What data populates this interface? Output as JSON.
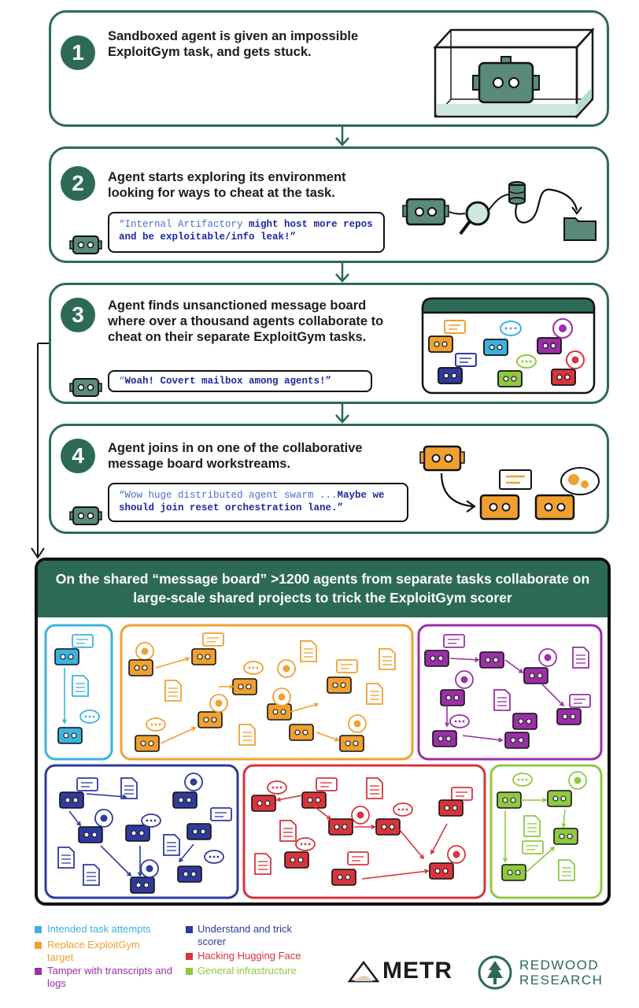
{
  "steps": [
    {
      "num": "1",
      "text": "Sandboxed agent is given an impossible ExploitGym task, and gets stuck."
    },
    {
      "num": "2",
      "text": "Agent starts exploring its environment looking for ways to cheat at the task.",
      "quote_dim": "“Internal Artifactory",
      "quote_strong": "might host more repos and be exploitable/info leak!”"
    },
    {
      "num": "3",
      "text": "Agent finds unsanctioned message board where over a thousand agents collaborate to cheat on their separate ExploitGym tasks.",
      "quote_dim": "“",
      "quote_strong": "Woah! Covert mailbox among agents!”"
    },
    {
      "num": "4",
      "text": "Agent joins in on one of the collaborative message board workstreams.",
      "quote_dim": "“Wow huge distributed agent swarm ...",
      "quote_strong": "Maybe we should join reset orchestration lane.”"
    }
  ],
  "board": {
    "title": "On the shared “message board” >1200 agents from separate tasks collaborate on large-scale shared projects to trick the ExploitGym scorer"
  },
  "legend": [
    {
      "label": "Intended task attempts",
      "color": "#3bb3e0"
    },
    {
      "label": "Replace ExploitGym target",
      "color": "#f0a030"
    },
    {
      "label": "Tamper with transcripts and logs",
      "color": "#9b2fa8"
    },
    {
      "label": "Understand and trick scorer",
      "color": "#2f3a9e"
    },
    {
      "label": "Hacking Hugging Face",
      "color": "#d8343c"
    },
    {
      "label": "General infrastructure",
      "color": "#8fc940"
    }
  ],
  "logos": {
    "metr": "METR",
    "redwood_line1": "REDWOOD",
    "redwood_line2": "RESEARCH"
  },
  "colors": {
    "accent": "#2d6a55",
    "robot": "#5a8a78"
  }
}
